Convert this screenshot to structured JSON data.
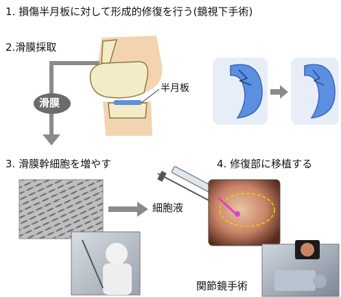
{
  "title": "1. 損傷半月板に対して形成的修復を行う(鏡視下手術)",
  "steps": {
    "step2_label": "2.滑膜採取",
    "synovium_label": "滑膜",
    "meniscus_label": "半月板",
    "step3_label": "3. 滑膜幹細胞を増やす",
    "cell_fluid_label": "細胞液",
    "step4_label": "4. 修復部に移植する",
    "arthroscopy_label": "関節鏡手術"
  },
  "colors": {
    "meniscus_blue": "#5b8fe0",
    "bone_cream": "#f4ecc7",
    "skin": "#f3d3b0",
    "arrow_gray": "#8a8a8a",
    "synovium_badge": "#6b6b6b",
    "injection_pink": "#e040c8",
    "outline_yellow": "#f0d000"
  }
}
